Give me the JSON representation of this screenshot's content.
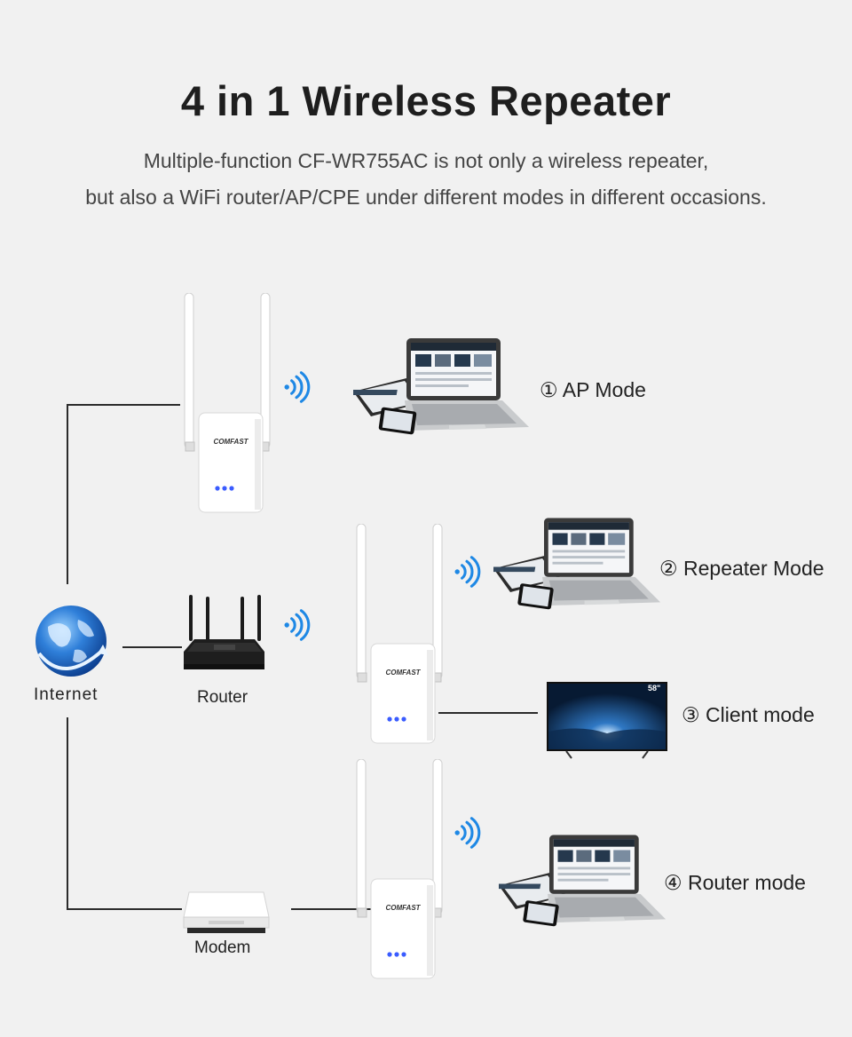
{
  "header": {
    "title": "4 in 1 Wireless Repeater",
    "subtitle_line1": "Multiple-function CF-WR755AC is not only a wireless repeater,",
    "subtitle_line2": "but also a WiFi router/AP/CPE under different modes in different occasions."
  },
  "sources": {
    "internet": "Internet",
    "router": "Router",
    "modem": "Modem"
  },
  "device": {
    "brand": "COMFAST"
  },
  "modes": [
    {
      "label": "① AP Mode"
    },
    {
      "label": "② Repeater Mode"
    },
    {
      "label": "③ Client mode"
    },
    {
      "label": "④ Router mode"
    }
  ],
  "tv": {
    "size_badge": "58\""
  },
  "colors": {
    "background": "#f1f1f1",
    "wifi": "#1e88e5",
    "globe": "#1565c0",
    "line": "#2b2b2b"
  },
  "icons": [
    "globe-icon",
    "router-icon",
    "modem-icon",
    "repeater-icon",
    "wifi-signal-icon",
    "laptop-icon",
    "phone-icon",
    "tablet-icon",
    "tv-icon"
  ]
}
